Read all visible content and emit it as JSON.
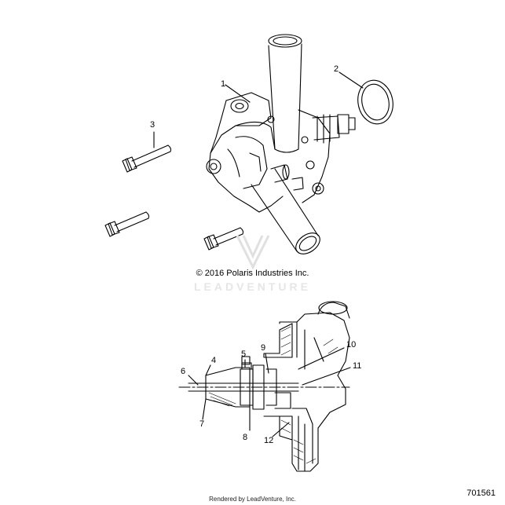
{
  "callouts": {
    "c1": "1",
    "c2": "2",
    "c3": "3",
    "c4": "4",
    "c5": "5",
    "c6": "6",
    "c7": "7",
    "c8": "8",
    "c9": "9",
    "c10": "10",
    "c11": "11",
    "c12": "12"
  },
  "copyright": "© 2016 Polaris Industries Inc.",
  "watermark": "LEADVENTURE",
  "diagram_number": "701561",
  "footer": "Rendered by LeadVenture, Inc.",
  "icons": [
    "leadventure-logo-icon"
  ]
}
